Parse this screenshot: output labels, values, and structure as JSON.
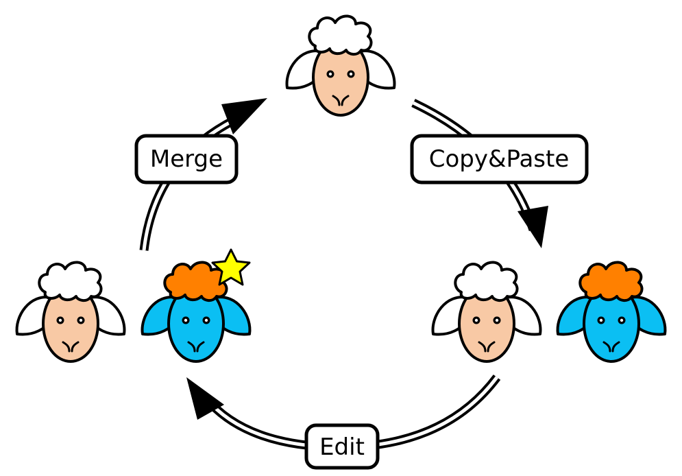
{
  "colors": {
    "outline": "#000000",
    "plain_face": "#f8c9a5",
    "plain_wool": "#ffffff",
    "variant_face": "#0bbff3",
    "variant_wool": "#ff8000",
    "star": "#ffff00",
    "background": "#ffffff"
  },
  "labels": {
    "copy_paste": "Copy&Paste",
    "edit": "Edit",
    "merge": "Merge"
  },
  "icons": {
    "marked": "star-icon"
  }
}
